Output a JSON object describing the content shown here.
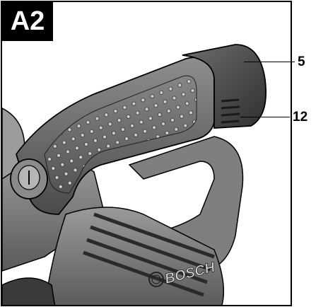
{
  "figure": {
    "label": "A2"
  },
  "callouts": [
    {
      "id": "5",
      "label": "5"
    },
    {
      "id": "12",
      "label": "12"
    }
  ],
  "brand": {
    "logo_text": "BOSCH"
  },
  "colors": {
    "outline": "#000000",
    "badge_bg": "#000000",
    "badge_text": "#ffffff",
    "tool_dark": "#444444",
    "tool_mid": "#7a7a7a",
    "tool_light": "#a8a8a8",
    "grip_dots": "#d0d0d0"
  },
  "icons": [
    "power-button-icon",
    "bosch-logo-icon"
  ]
}
